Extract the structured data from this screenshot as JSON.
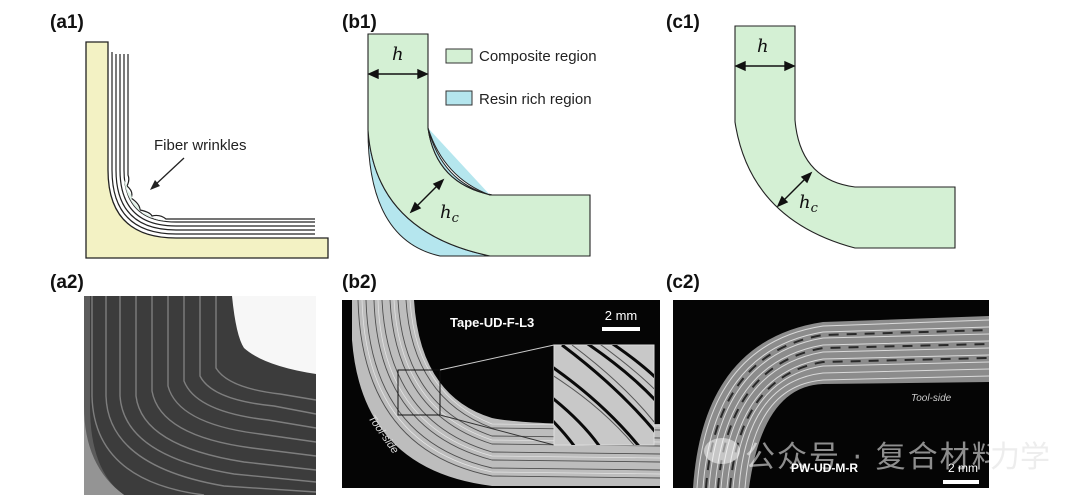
{
  "panels": {
    "a1": {
      "label": "(a1)",
      "annotation": "Fiber wrinkles",
      "colors": {
        "tool": "#f3f2c4",
        "ply": "#dff0e6",
        "outline": "#222222"
      }
    },
    "a2": {
      "label": "(a2)"
    },
    "b1": {
      "label": "(b1)",
      "thickness_label": "h",
      "corner_thickness_label": "h",
      "corner_thickness_subscript": "c",
      "legend": [
        {
          "label": "Composite region",
          "color": "#d4f0d4"
        },
        {
          "label": "Resin rich region",
          "color": "#b5e6ee"
        }
      ]
    },
    "b2": {
      "label": "(b2)",
      "specimen": "Tape-UD-F-L3",
      "scale_bar": "2 mm",
      "side_label": "Tool-side"
    },
    "c1": {
      "label": "(c1)",
      "thickness_label": "h",
      "corner_thickness_label": "h",
      "corner_thickness_subscript": "c",
      "fill": "#d4f0d4"
    },
    "c2": {
      "label": "(c2)",
      "specimen": "PW-UD-M-R",
      "scale_bar": "2 mm",
      "side_label": "Tool-side"
    }
  },
  "watermark": {
    "text": "公众号 · 复合材料",
    "tail": "力学"
  }
}
